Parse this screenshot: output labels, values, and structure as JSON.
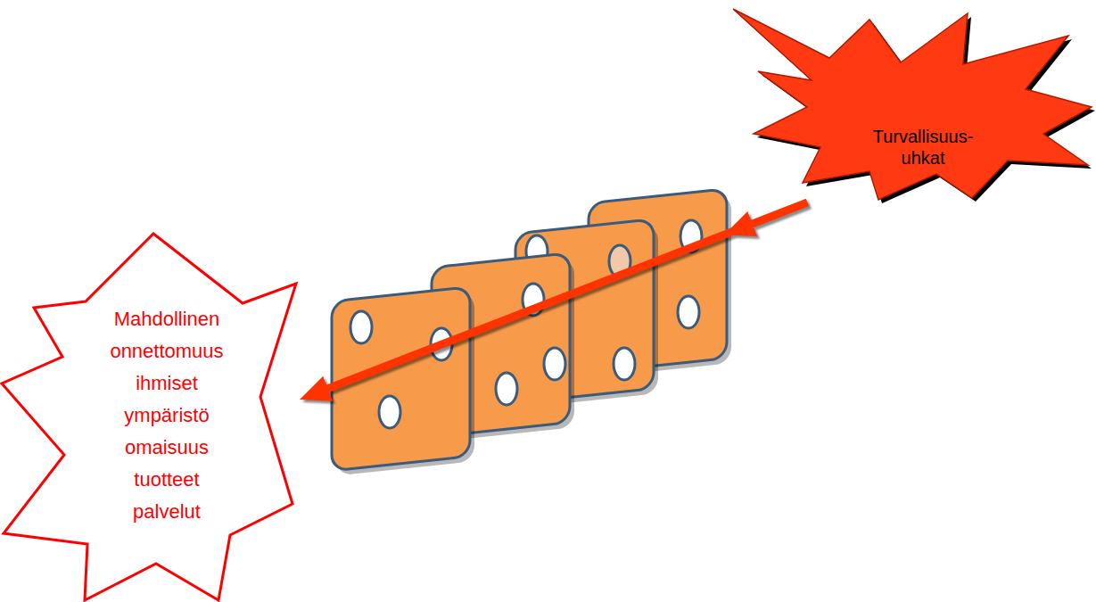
{
  "diagram": {
    "nodes": [
      {
        "text": [
          "Turvallisuus- uhkat"
        ]
      },
      {
        "text": [
          "Mahdollinen onnettomuus",
          "ihmiset ympäristö omaisuus tuotteet palvelut"
        ]
      }
    ],
    "edges": [
      {
        "from": 0,
        "to": 1,
        "arrow": "to"
      }
    ]
  }
}
